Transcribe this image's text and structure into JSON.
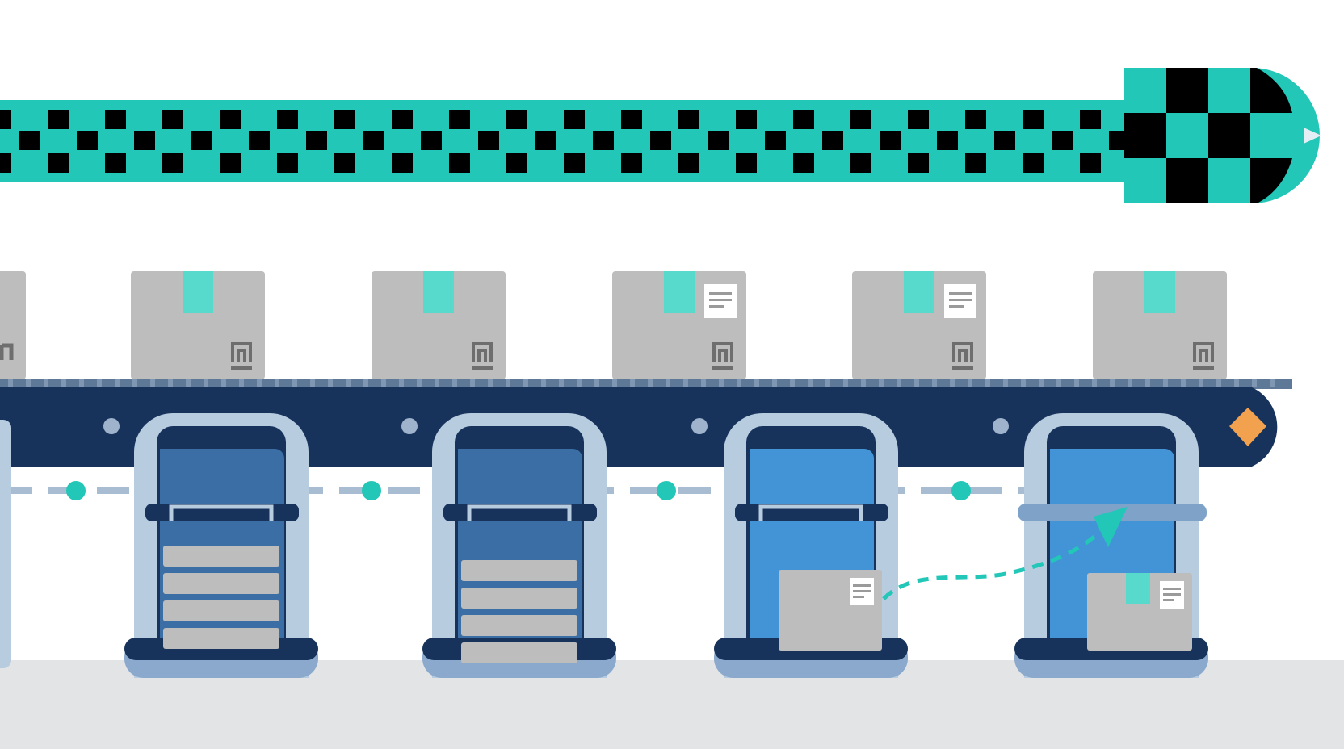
{
  "scene": {
    "description_free": true,
    "colors": {
      "background": "#ffffff",
      "floor": "#e3e4e6",
      "arrow_teal": "#22c7b8",
      "arrow_dark": "#000000",
      "belt_navy": "#17335c",
      "belt_rail": "#5e7898",
      "box_gray": "#bdbdbd",
      "box_tape": "#57d9cc",
      "box_symbol": "#6e6e6e",
      "label_white": "#ffffff",
      "machine_outline": "#b8cce0",
      "machine_dark": "#17335c",
      "machine_mid": "#3a6ea5",
      "machine_bright": "#4394d6",
      "machine_base": "#8aa9cc",
      "connector_line": "#a8bdd2",
      "connector_dot": "#22c7b8",
      "bolt": "#9fb4cc",
      "diamond_orange": "#f2a24f",
      "tray_gray": "#bdbdbd"
    },
    "icons": [
      "checkered-arrow-icon",
      "package-icon",
      "document-label-icon",
      "conveyor-belt-icon",
      "diamond-icon",
      "dashed-arrow-icon"
    ],
    "boxes": [
      {
        "has_label": false
      },
      {
        "has_label": false
      },
      {
        "has_label": true
      },
      {
        "has_label": true
      },
      {
        "has_label": false
      }
    ],
    "machines": [
      {
        "state": "stacked",
        "trays": 4
      },
      {
        "state": "stacked",
        "trays": 4
      },
      {
        "state": "loaded",
        "trays": 0
      },
      {
        "state": "receiving",
        "trays": 0
      }
    ]
  }
}
